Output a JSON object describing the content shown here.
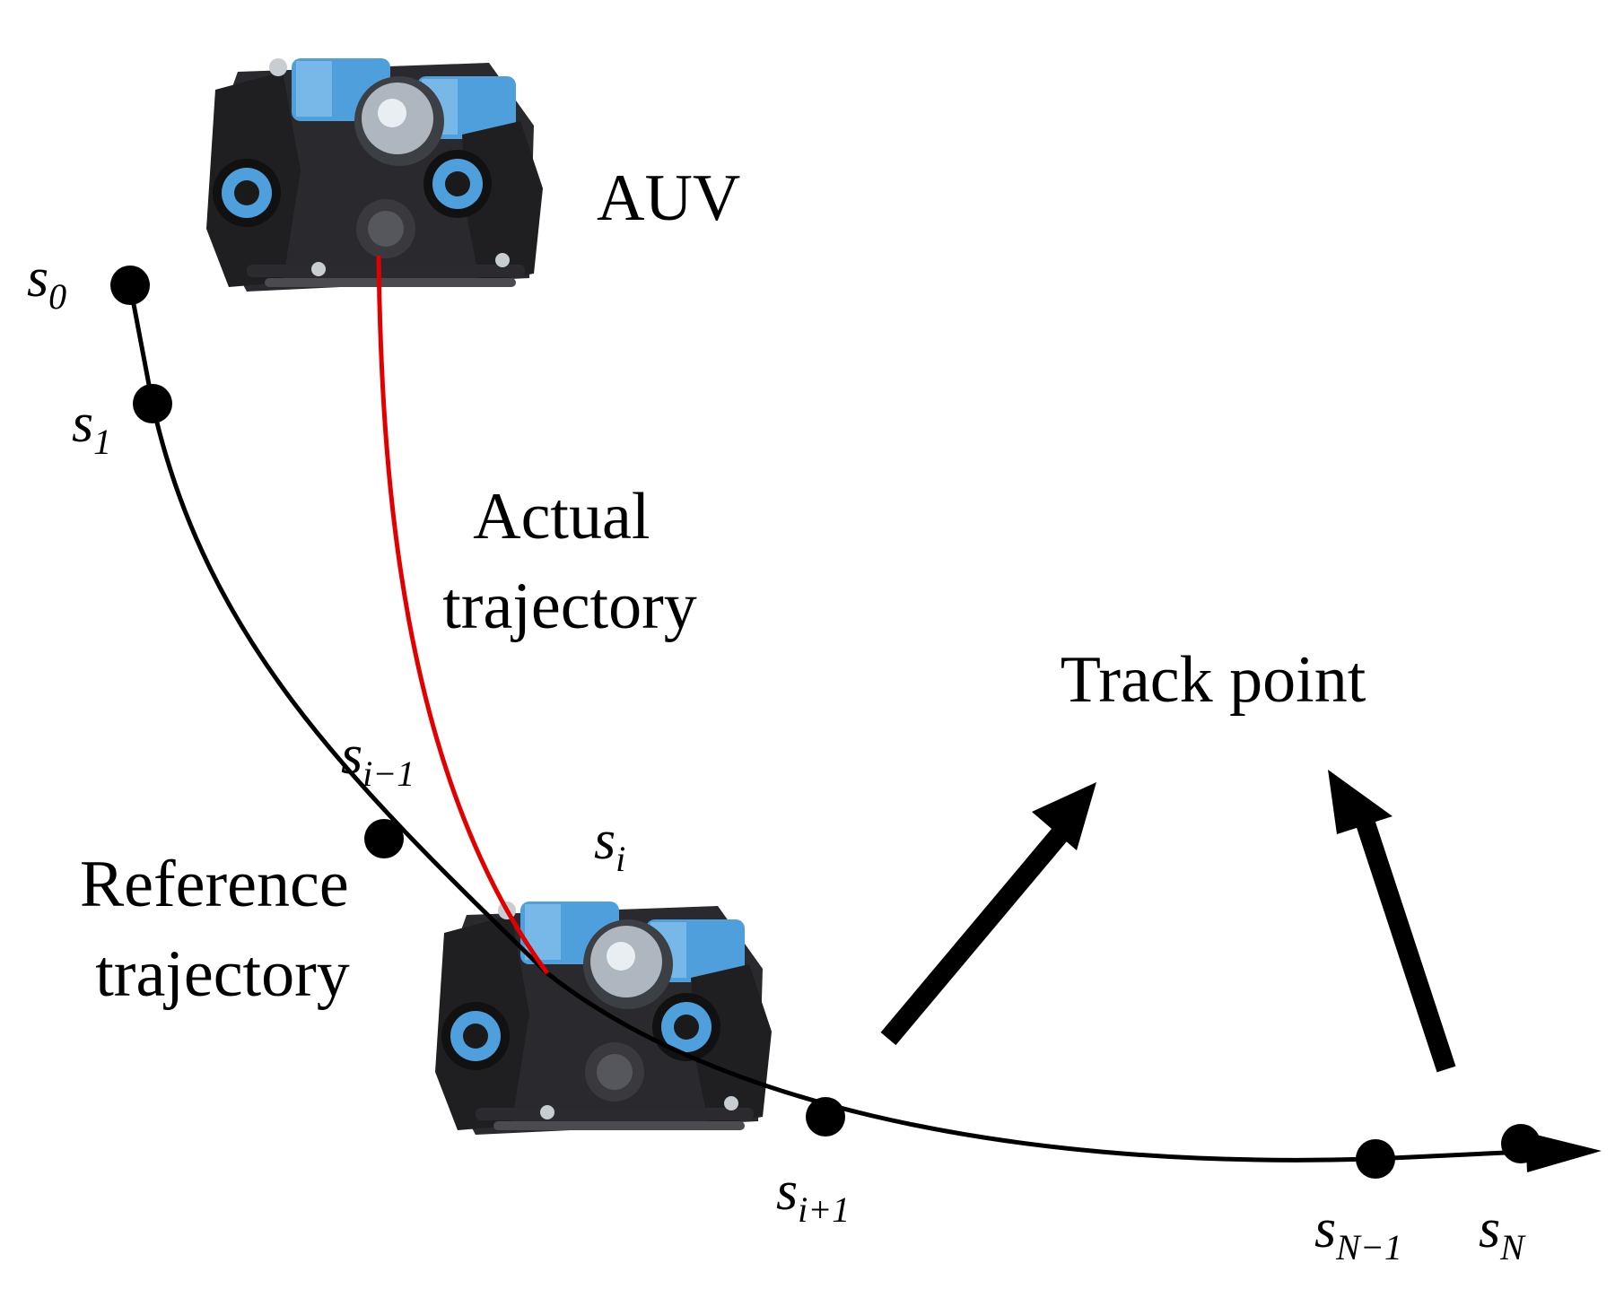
{
  "labels": {
    "auv": "AUV",
    "actual_trajectory": [
      "Actual",
      "trajectory"
    ],
    "reference_trajectory": [
      "Reference",
      "trajectory"
    ],
    "track_point": "Track point"
  },
  "points": [
    {
      "base": "s",
      "sub": "0"
    },
    {
      "base": "s",
      "sub": "1"
    },
    {
      "base": "s",
      "sub": "i−1"
    },
    {
      "base": "s",
      "sub": "i"
    },
    {
      "base": "s",
      "sub": "i+1"
    },
    {
      "base": "s",
      "sub": "N−1"
    },
    {
      "base": "s",
      "sub": "N"
    }
  ],
  "colors": {
    "reference_line": "#000000",
    "actual_line": "#e00000",
    "auv_frame": "#1f1f22",
    "auv_body": "#4f9fdc"
  },
  "icons": [
    "auv-vehicle-icon",
    "arrow-icon"
  ]
}
